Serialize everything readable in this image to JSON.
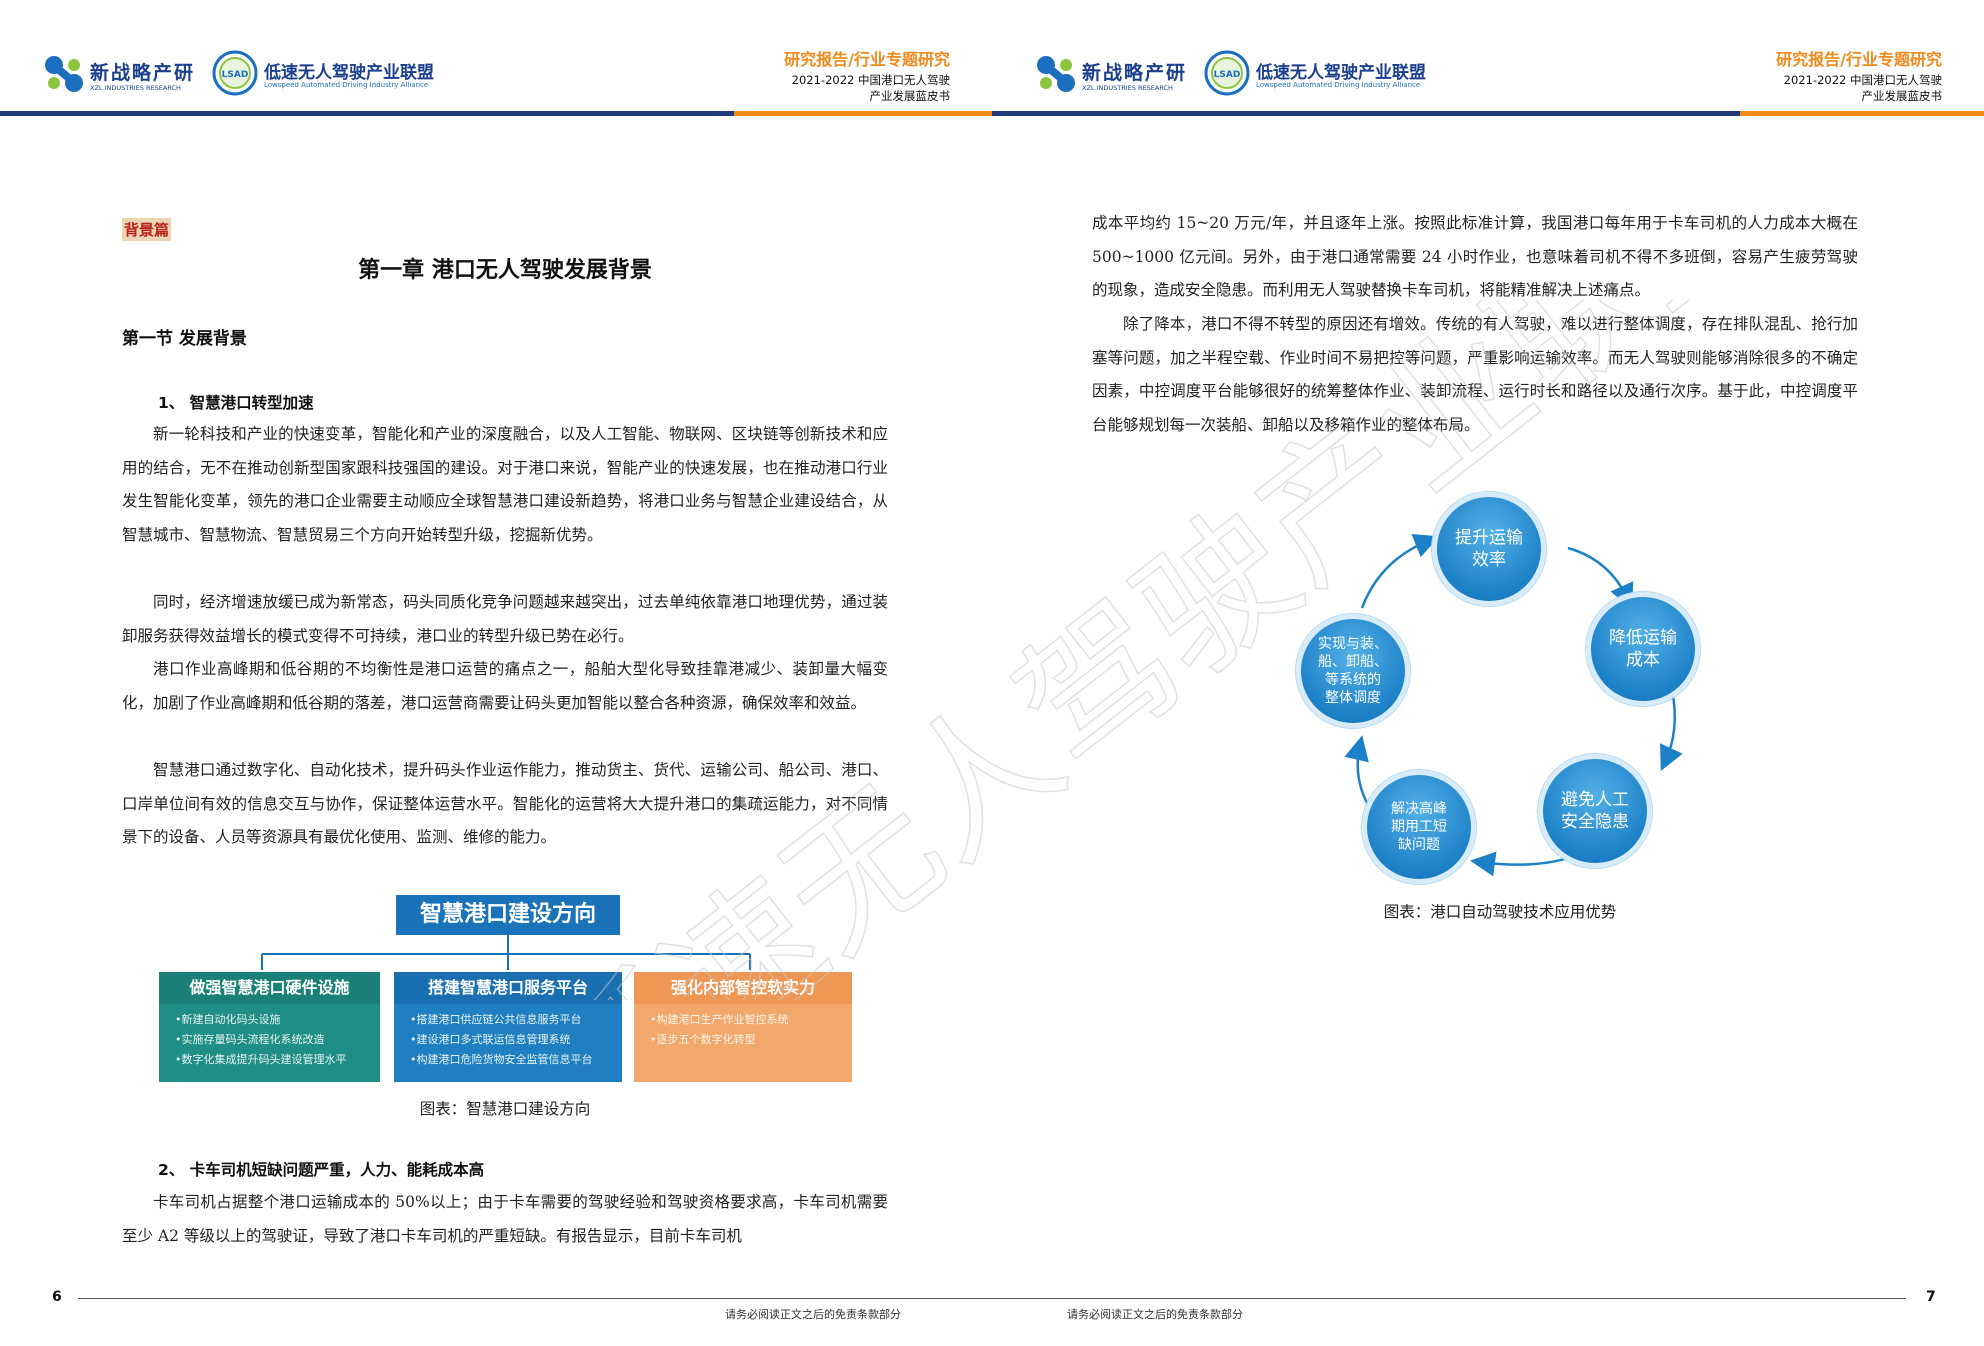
{
  "header": {
    "logo_xzl": {
      "name": "新战略产研",
      "subtitle": "XZL INDUSTRIES RESEARCH"
    },
    "logo_alliance": {
      "name": "低速无人驾驶产业联盟",
      "subtitle": "Lowspeed Automated Driving Industry Alliance",
      "mark_text": "LSAD"
    },
    "series": "研究报告/行业专题研究",
    "title_line1": "2021-2022 中国港口无人驾驶",
    "title_line2": "产业发展蓝皮书"
  },
  "left_page": {
    "section_tag": "背景篇",
    "chapter_title": "第一章  港口无人驾驶发展背景",
    "section_heading": "第一节  发展背景",
    "sub1": "1、 智慧港口转型加速",
    "p1": "新一轮科技和产业的快速变革，智能化和产业的深度融合，以及人工智能、物联网、区块链等创新技术和应用的结合，无不在推动创新型国家跟科技强国的建设。对于港口来说，智能产业的快速发展，也在推动港口行业发生智能化变革，领先的港口企业需要主动顺应全球智慧港口建设新趋势，将港口业务与智慧企业建设结合，从智慧城市、智慧物流、智慧贸易三个方向开始转型升级，挖掘新优势。",
    "p2": "同时，经济增速放缓已成为新常态，码头同质化竞争问题越来越突出，过去单纯依靠港口地理优势，通过装卸服务获得效益增长的模式变得不可持续，港口业的转型升级已势在必行。",
    "p3": "港口作业高峰期和低谷期的不均衡性是港口运营的痛点之一，船舶大型化导致挂靠港减少、装卸量大幅变化，加剧了作业高峰期和低谷期的落差，港口运营商需要让码头更加智能以整合各种资源，确保效率和效益。",
    "p4": "智慧港口通过数字化、自动化技术，提升码头作业运作能力，推动货主、货代、运输公司、船公司、港口、口岸单位间有效的信息交互与协作，保证整体运营水平。智能化的运营将大大提升港口的集疏运能力，对不同情景下的设备、人员等资源具有最优化使用、监测、维修的能力。",
    "figure": {
      "title": "智慧港口建设方向",
      "columns": [
        {
          "head": "做强智慧港口硬件设施",
          "color": "#20948b",
          "items": [
            "•新建自动化码头设施",
            "•实施存量码头流程化系统改造",
            "•数字化集成提升码头建设管理水平"
          ]
        },
        {
          "head": "搭建智慧港口服务平台",
          "color": "#1a73b8",
          "items": [
            "•搭建港口供应链公共信息服务平台",
            "•建设港口多式联运信息管理系统",
            "•构建港口危险货物安全监管信息平台"
          ]
        },
        {
          "head": "强化内部智控软实力",
          "color": "#ef9a55",
          "items": [
            "•构建港口生产作业智控系统",
            "•逐步五个数字化转型"
          ]
        }
      ]
    },
    "figure_caption": "图表：智慧港口建设方向",
    "sub2": "2、 卡车司机短缺问题严重，人力、能耗成本高",
    "p5": "卡车司机占据整个港口运输成本的 50%以上；由于卡车需要的驾驶经验和驾驶资格要求高，卡车司机需要至少 A2 等级以上的驾驶证，导致了港口卡车司机的严重短缺。有报告显示，目前卡车司机"
  },
  "right_page": {
    "p1": "成本平均约 15~20 万元/年，并且逐年上涨。按照此标准计算，我国港口每年用于卡车司机的人力成本大概在 500~1000 亿元间。另外，由于港口通常需要 24 小时作业，也意味着司机不得不多班倒，容易产生疲劳驾驶的现象，造成安全隐患。而利用无人驾驶替换卡车司机，将能精准解决上述痛点。",
    "p2": "除了降本，港口不得不转型的原因还有增效。传统的有人驾驶，难以进行整体调度，存在排队混乱、抢行加塞等问题，加之半程空载、作业时间不易把控等问题，严重影响运输效率。而无人驾驶则能够消除很多的不确定因素，中控调度平台能够很好的统筹整体作业、装卸流程、运行时长和路径以及通行次序。基于此，中控调度平台能够规划每一次装船、卸船以及移箱作业的整体布局。",
    "cycle_nodes": [
      "提升运输\n效率",
      "降低运输\n成本",
      "避免人工\n安全隐患",
      "解决高峰\n期用工短\n缺问题",
      "实现与装、\n船、卸船、\n等系统的\n整体调度"
    ],
    "figure_caption": "图表：港口自动驾驶技术应用优势"
  },
  "footer": {
    "page_left": "6",
    "page_right": "7",
    "disclaimer": "请务必阅读正文之后的免责条款部分"
  },
  "watermark_text": "低速无人驾驶产业联盟"
}
